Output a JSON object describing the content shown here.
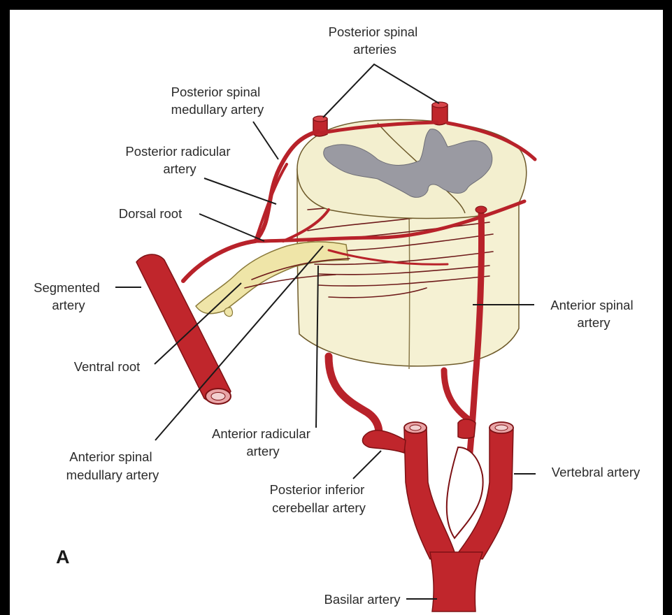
{
  "figure": {
    "panel_letter": "A",
    "labels": {
      "posterior_spinal_arteries": [
        "Posterior spinal",
        "arteries"
      ],
      "posterior_spinal_medullary_artery": [
        "Posterior spinal",
        "medullary artery"
      ],
      "posterior_radicular_artery": [
        "Posterior radicular",
        "artery"
      ],
      "dorsal_root": [
        "Dorsal root"
      ],
      "segmented_artery": [
        "Segmented",
        "artery"
      ],
      "ventral_root": [
        "Ventral root"
      ],
      "anterior_spinal_medullary_artery": [
        "Anterior spinal",
        "medullary artery"
      ],
      "anterior_radicular_artery": [
        "Anterior radicular",
        "artery"
      ],
      "posterior_inferior_cerebellar_artery": [
        "Posterior inferior",
        "cerebellar artery"
      ],
      "anterior_spinal_artery": [
        "Anterior spinal",
        "artery"
      ],
      "vertebral_artery": [
        "Vertebral artery"
      ],
      "basilar_artery": [
        "Basilar artery"
      ]
    }
  },
  "colors": {
    "frame": "#000000",
    "background": "#ffffff",
    "artery": "#c0262c",
    "artery_dark": "#7d1114",
    "cord_white_matter": "#f3efcf",
    "cord_side": "#f5f1d3",
    "gray_matter": "#9a9aa2",
    "nerve_root": "#efe5a8",
    "label_text": "#2b2b2b"
  }
}
